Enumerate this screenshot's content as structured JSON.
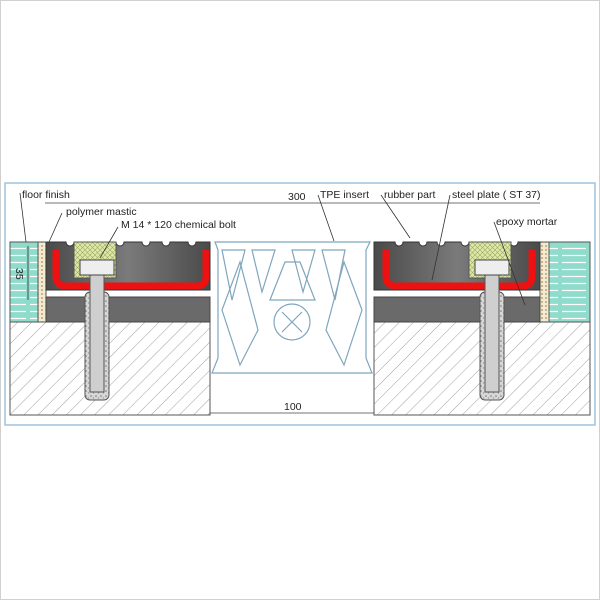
{
  "drawing": {
    "labels": {
      "floor_finish": "floor finish",
      "polymer_mastic": "polymer mastic",
      "chemical_bolt": "M 14 * 120 chemical  bolt",
      "tpe_insert": "TPE  insert",
      "rubber_part": "rubber  part",
      "steel_plate": "steel plate  ( ST 37)",
      "epoxy_mortar": "epoxy mortar"
    },
    "dimensions": {
      "overall_width": "300",
      "gap_width": "100",
      "height": "35"
    },
    "colors": {
      "frame": "#9fc3dc",
      "rubber": "#555555",
      "steel_plate": "#ee1111",
      "mortar": "#6a6a6a",
      "finish": "#8fdccc",
      "bolt_fill": "#dde8a0",
      "tpe": "#7fa6bd"
    }
  }
}
